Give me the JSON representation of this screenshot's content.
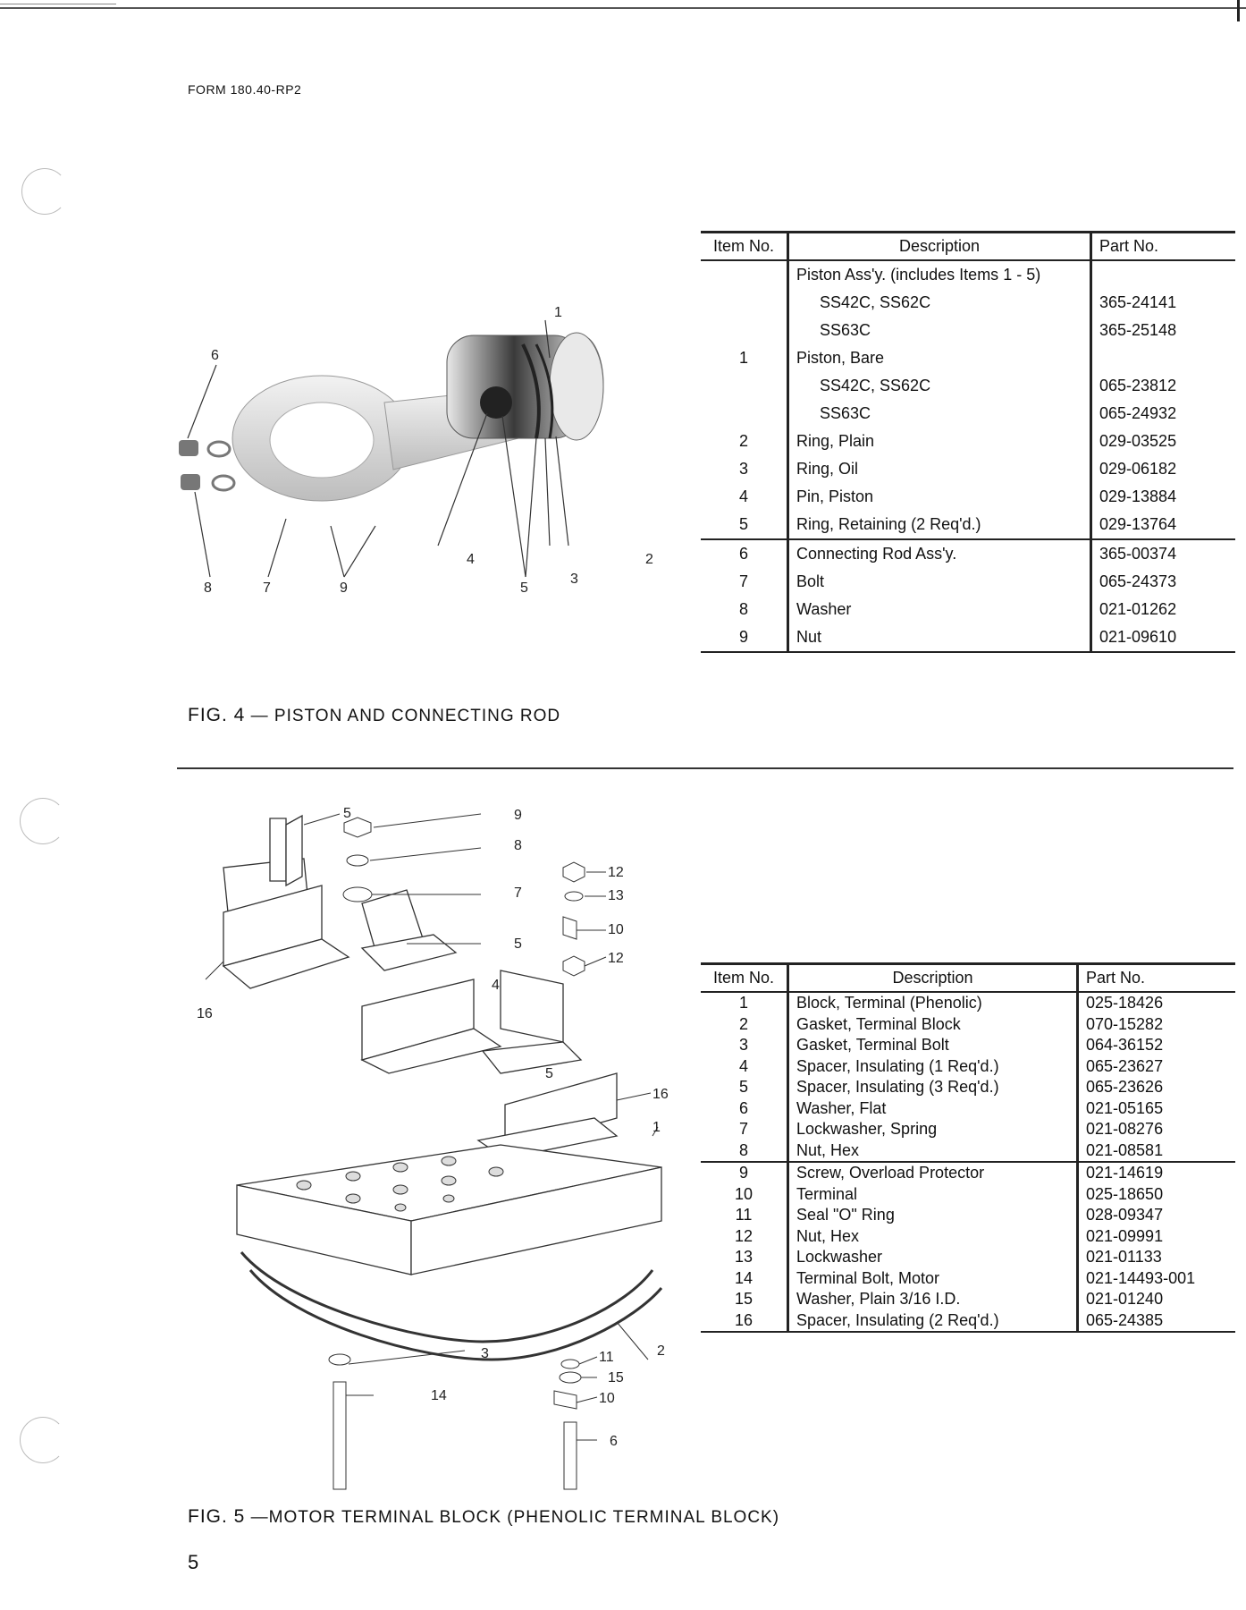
{
  "form_id": "FORM 180.40-RP2",
  "page_number": "5",
  "fig4": {
    "caption_fig": "FIG. 4",
    "caption_dash": "—",
    "caption_text": "PISTON AND CONNECTING ROD",
    "callouts": [
      "1",
      "2",
      "3",
      "4",
      "5",
      "6",
      "7",
      "8",
      "9"
    ],
    "table": {
      "headers": {
        "item": "Item No.",
        "description": "Description",
        "part": "Part No."
      },
      "rows": [
        {
          "item": "",
          "description": "Piston Ass'y. (includes Items 1 - 5)",
          "part": ""
        },
        {
          "item": "",
          "description": "SS42C, SS62C",
          "part": "365-24141"
        },
        {
          "item": "",
          "description": "SS63C",
          "part": "365-25148"
        },
        {
          "item": "1",
          "description": "Piston, Bare",
          "part": ""
        },
        {
          "item": "",
          "description": "SS42C, SS62C",
          "part": "065-23812"
        },
        {
          "item": "",
          "description": "SS63C",
          "part": "065-24932"
        },
        {
          "item": "2",
          "description": "Ring, Plain",
          "part": "029-03525"
        },
        {
          "item": "3",
          "description": "Ring, Oil",
          "part": "029-06182"
        },
        {
          "item": "4",
          "description": "Pin, Piston",
          "part": "029-13884"
        },
        {
          "item": "5",
          "description": "Ring, Retaining (2 Req'd.)",
          "part": "029-13764"
        },
        {
          "item": "6",
          "description": "Connecting Rod Ass'y.",
          "part": "365-00374"
        },
        {
          "item": "7",
          "description": "Bolt",
          "part": "065-24373"
        },
        {
          "item": "8",
          "description": "Washer",
          "part": "021-01262"
        },
        {
          "item": "9",
          "description": "Nut",
          "part": "021-09610"
        }
      ]
    }
  },
  "fig5": {
    "caption_fig": "FIG. 5",
    "caption_dash": "—",
    "caption_text": "MOTOR TERMINAL BLOCK (PHENOLIC TERMINAL BLOCK)",
    "callouts": [
      "1",
      "2",
      "3",
      "4",
      "5",
      "5",
      "5",
      "6",
      "7",
      "8",
      "9",
      "10",
      "10",
      "11",
      "12",
      "12",
      "13",
      "14",
      "15",
      "16",
      "16"
    ],
    "table": {
      "headers": {
        "item": "Item No.",
        "description": "Description",
        "part": "Part No."
      },
      "rows": [
        {
          "item": "1",
          "description": "Block, Terminal  (Phenolic)",
          "part": "025-18426"
        },
        {
          "item": "2",
          "description": "Gasket, Terminal Block",
          "part": "070-15282"
        },
        {
          "item": "3",
          "description": "Gasket, Terminal Bolt",
          "part": "064-36152"
        },
        {
          "item": "4",
          "description": "Spacer, Insulating (1 Req'd.)",
          "part": "065-23627"
        },
        {
          "item": "5",
          "description": "Spacer, Insulating (3 Req'd.)",
          "part": "065-23626"
        },
        {
          "item": "6",
          "description": "Washer, Flat",
          "part": "021-05165"
        },
        {
          "item": "7",
          "description": "Lockwasher, Spring",
          "part": "021-08276"
        },
        {
          "item": "8",
          "description": "Nut, Hex",
          "part": "021-08581"
        },
        {
          "item": "9",
          "description": "Screw, Overload Protector",
          "part": "021-14619"
        },
        {
          "item": "10",
          "description": "Terminal",
          "part": "025-18650"
        },
        {
          "item": "11",
          "description": "Seal \"O\" Ring",
          "part": "028-09347"
        },
        {
          "item": "12",
          "description": "Nut, Hex",
          "part": "021-09991"
        },
        {
          "item": "13",
          "description": "Lockwasher",
          "part": "021-01133"
        },
        {
          "item": "14",
          "description": "Terminal Bolt, Motor",
          "part": "021-14493-001"
        },
        {
          "item": "15",
          "description": "Washer, Plain 3/16 I.D.",
          "part": "021-01240"
        },
        {
          "item": "16",
          "description": "Spacer, Insulating (2 Req'd.)",
          "part": "065-24385"
        }
      ]
    }
  }
}
